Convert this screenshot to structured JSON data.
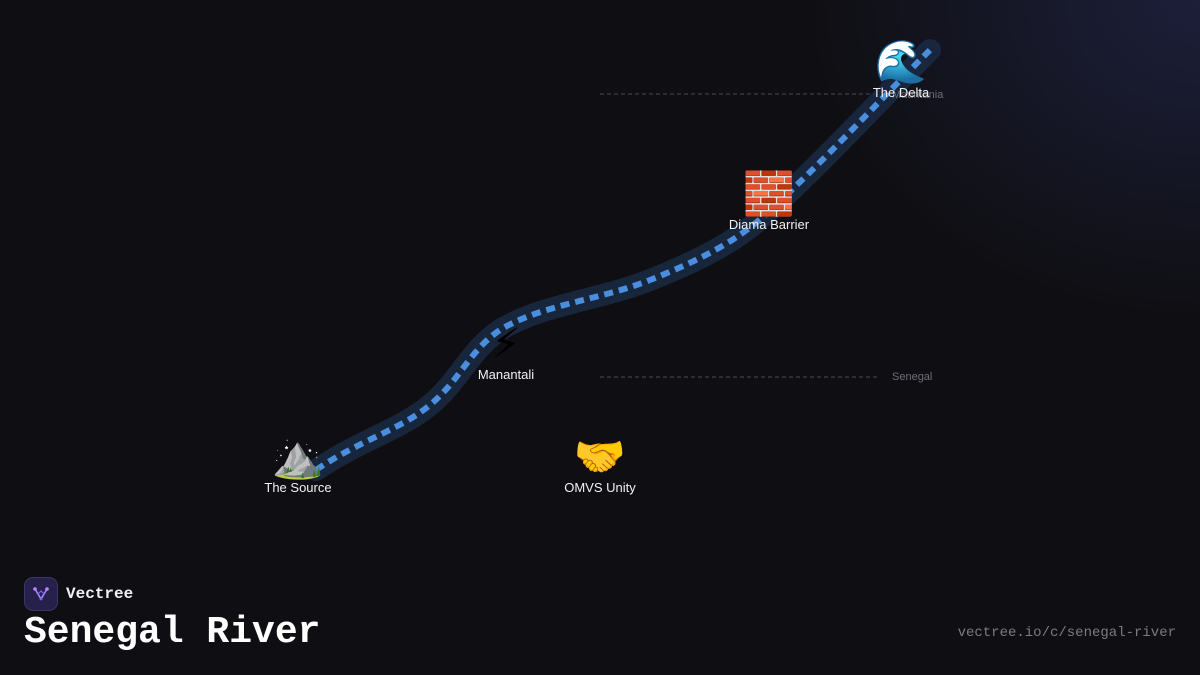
{
  "title": "Senegal River",
  "brand": {
    "name": "Vectree",
    "logo_icon": "vectree-branch-icon"
  },
  "url": "vectree.io/c/senegal-river",
  "boundaries": [
    {
      "id": "mauritania",
      "label": "Mauritania"
    },
    {
      "id": "senegal",
      "label": "Senegal"
    }
  ],
  "nodes": [
    {
      "id": "source",
      "label": "The Source",
      "icon": "⛰️",
      "icon_name": "mountain-icon"
    },
    {
      "id": "manantali",
      "label": "Manantali",
      "icon": "⚡",
      "icon_name": "lightning-icon"
    },
    {
      "id": "omvs",
      "label": "OMVS Unity",
      "icon": "🤝",
      "icon_name": "handshake-icon"
    },
    {
      "id": "diama",
      "label": "Diama Barrier",
      "icon": "🧱",
      "icon_name": "brick-wall-icon"
    },
    {
      "id": "delta",
      "label": "The Delta",
      "icon": "🌊",
      "icon_name": "wave-icon"
    }
  ],
  "colors": {
    "background": "#0f0f13",
    "river_dash": "#4a8ee0",
    "river_halo": "#1a2a44",
    "boundary_line": "#4a4a55",
    "accent": "#8b5cf6"
  }
}
